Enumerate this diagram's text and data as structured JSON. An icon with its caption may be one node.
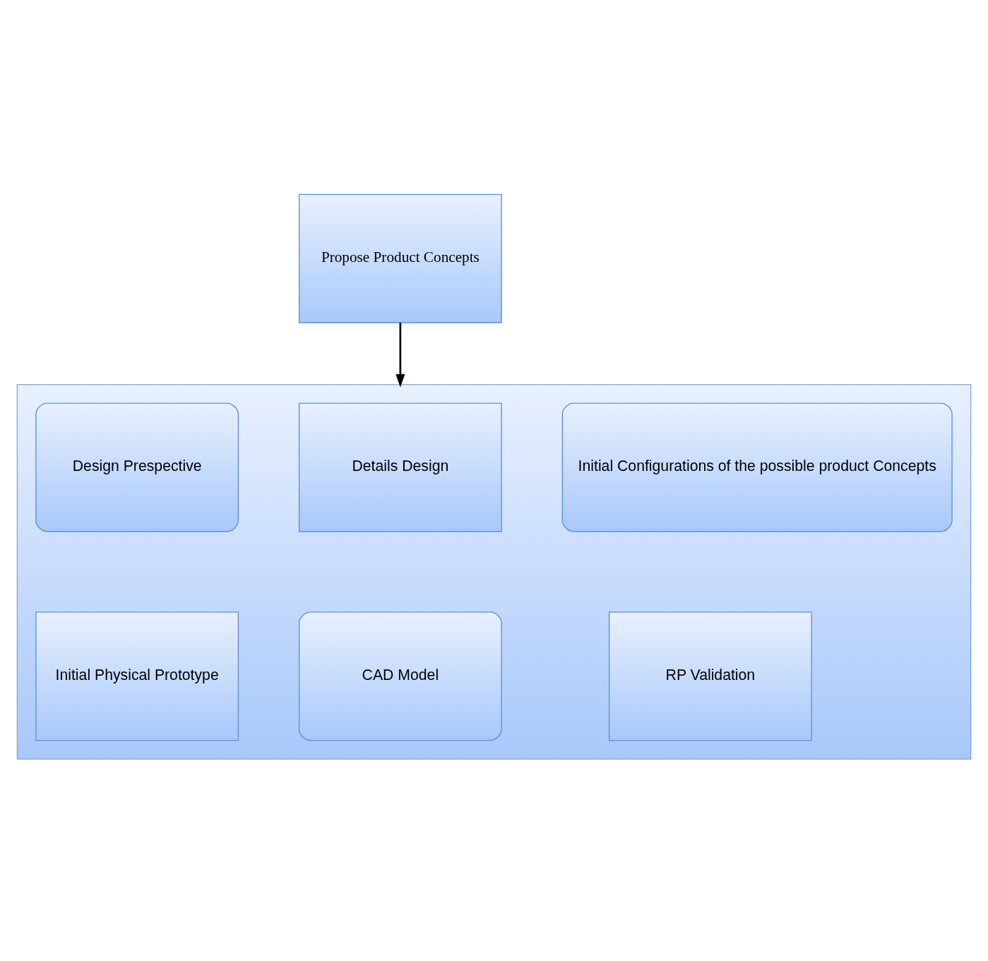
{
  "diagram": {
    "nodes": [
      {
        "text": [
          "Propose Product Concepts"
        ]
      },
      {
        "text": [],
        "shape": "box"
      },
      {
        "text": [
          "Design Prespective"
        ],
        "in": 1
      },
      {
        "text": [
          "Details Design"
        ],
        "in": 1
      },
      {
        "text": [
          "Initial Configurations of the possible product Concepts"
        ],
        "in": 1
      },
      {
        "text": [
          "Initial Physical Prototype"
        ],
        "in": 1
      },
      {
        "text": [
          "CAD Model"
        ],
        "in": 1
      },
      {
        "text": [
          "RP Validation"
        ],
        "in": 1
      }
    ],
    "edges": [
      {
        "from": 0,
        "to": 1,
        "arrow": "to"
      }
    ]
  }
}
